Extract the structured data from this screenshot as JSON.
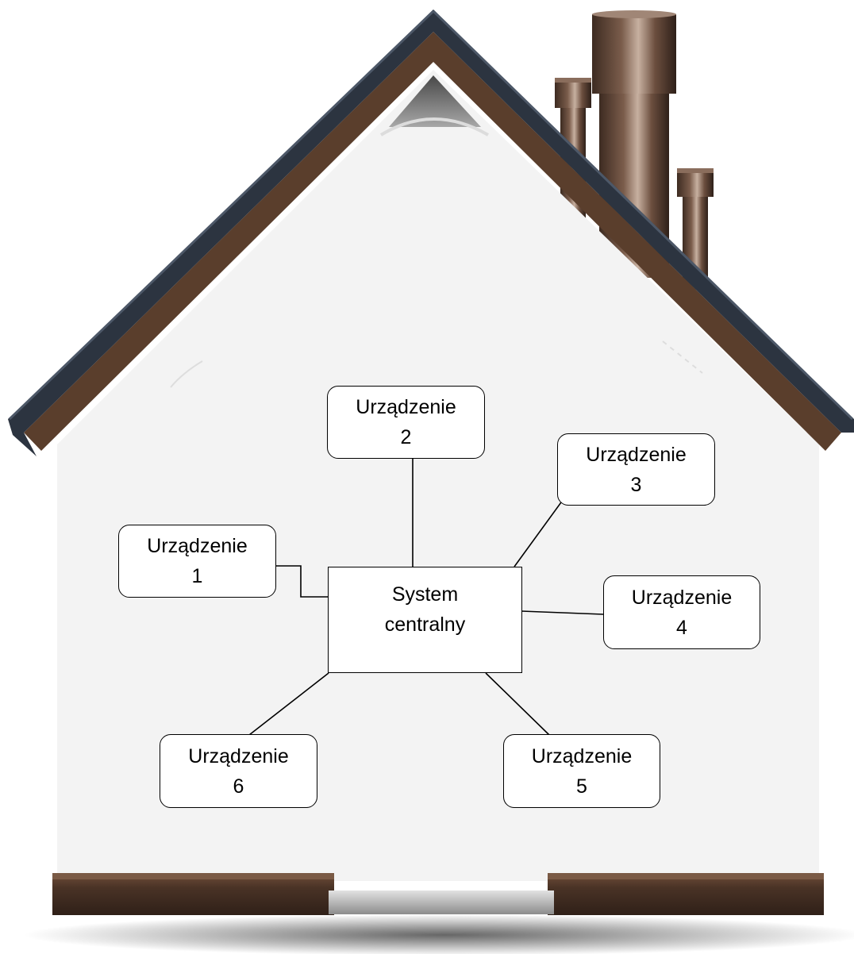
{
  "diagram": {
    "central": {
      "line1": "System",
      "line2": "centralny"
    },
    "devices": [
      {
        "label": "Urządzenie",
        "number": "1"
      },
      {
        "label": "Urządzenie",
        "number": "2"
      },
      {
        "label": "Urządzenie",
        "number": "3"
      },
      {
        "label": "Urządzenie",
        "number": "4"
      },
      {
        "label": "Urządzenie",
        "number": "5"
      },
      {
        "label": "Urządzenie",
        "number": "6"
      }
    ]
  },
  "colors": {
    "wall": "#f3f3f3",
    "roof_dark": "#2c3440",
    "roof_trim": "#5a3e2c",
    "chimney": "#5b4437",
    "base": "#4a3326",
    "door_step": "#b8b8b8"
  }
}
